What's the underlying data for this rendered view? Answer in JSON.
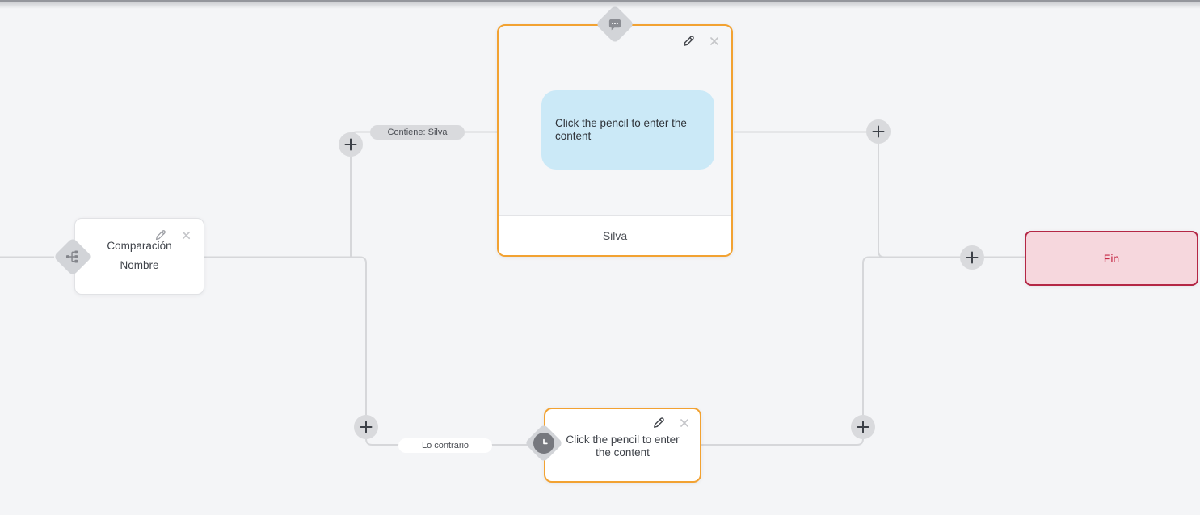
{
  "flow": {
    "comparison_node": {
      "title": "Comparación",
      "subtitle": "Nombre"
    },
    "message_node": {
      "body": "Click the pencil to enter the content",
      "footer": "Silva"
    },
    "timer_node": {
      "body": "Click the pencil to enter the content"
    },
    "end_node": {
      "label": "Fin"
    },
    "edge_labels": {
      "true": "Contiene: Silva",
      "false": "Lo contrario"
    },
    "icons": {
      "comparison_port": "branch-icon",
      "message_port": "chat-bubble-icon",
      "timer_port": "clock-icon",
      "edit": "pencil-icon",
      "delete": "close-icon",
      "add": "plus-icon"
    },
    "colors": {
      "background": "#F4F5F7",
      "edge": "#D6D7DA",
      "accent_orange": "#F2A232",
      "bubble_blue": "#CBE9F7",
      "end_background": "#F6D7DD",
      "end_border": "#B42745",
      "end_text": "#C62A47"
    }
  }
}
